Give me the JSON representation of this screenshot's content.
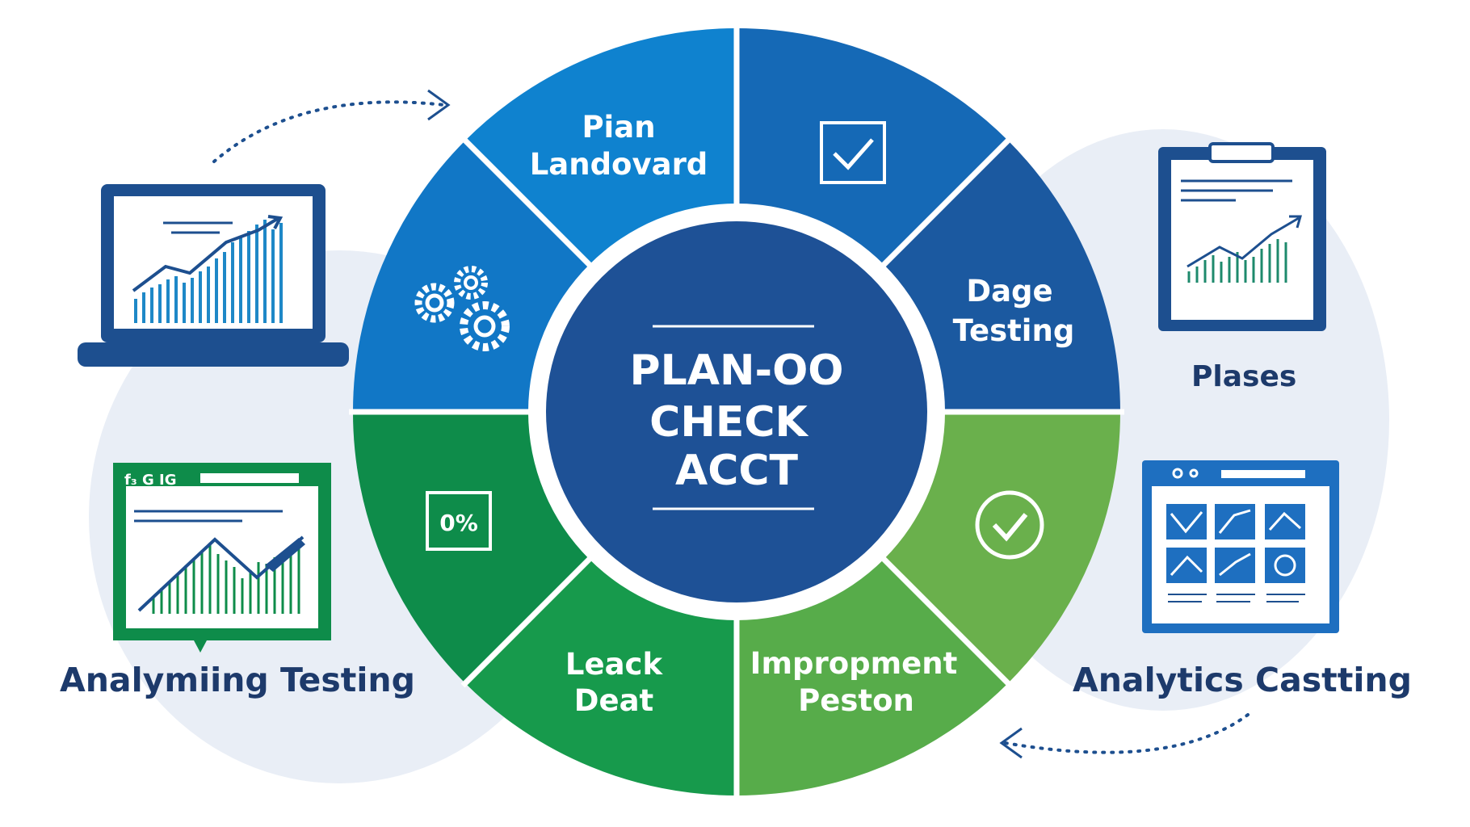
{
  "center": {
    "lines": [
      "PLAN-OO",
      "CHECK",
      "ACCT"
    ]
  },
  "segments": {
    "top_left": {
      "lines": [
        "Pian",
        "Landovard"
      ]
    },
    "right_upper": {
      "lines": [
        "Dage",
        "Testing"
      ]
    },
    "bottom_left": {
      "lines": [
        "Leack",
        "Deat"
      ]
    },
    "bottom_right": {
      "lines": [
        "Impropment",
        "Peston"
      ]
    }
  },
  "icons": {
    "checkbox": "checkbox-icon",
    "gears": "gears-icon",
    "percent": "percent-icon",
    "check_circle": "check-circle-icon"
  },
  "percent_box": {
    "text": "0%"
  },
  "side": {
    "left_bottom_label": "Analymiing Testing",
    "right_middle_label": "Plases",
    "right_bottom_label": "Analytics Castting",
    "left_bottom_tab_text": "f₃ G IG"
  },
  "colors": {
    "blue_light": "#0f82cf",
    "blue_mid": "#1572bf",
    "blue_dark": "#185fa5",
    "blue_deep": "#1b4f8e",
    "green_dark": "#0e8c4a",
    "green_mid": "#179a4c",
    "green_light": "#6ab04c",
    "green_lime": "#57ac4a",
    "center": "#1e5196",
    "label": "#1d3a6b"
  }
}
